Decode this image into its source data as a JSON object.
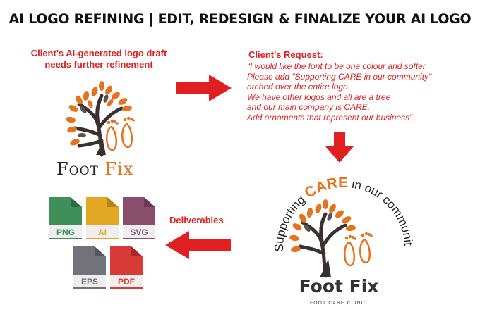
{
  "title": "AI LOGO REFINING | EDIT, REDESIGN & FINALIZE YOUR AI LOGO",
  "draft": {
    "caption_line1": "Client's AI-generated logo draft",
    "caption_line2": "needs further refinement",
    "brand_word1": "Foot",
    "brand_word2": "Fix"
  },
  "request": {
    "title": "Client's Request:",
    "lines": [
      "“I would like the font to be one colour and softer.",
      "Please add \"Supporting CARE in our community\"",
      "arched over the entire logo.",
      "We have other logos and all are a tree",
      "and our main company is CARE.",
      "Add  ornaments that represent our business”"
    ]
  },
  "final_logo": {
    "arc_before": "Supporting ",
    "arc_care": "CARE",
    "arc_after": " in our community",
    "brand": "Foot Fix",
    "subtitle": "FOOT CARE CLINIC"
  },
  "deliverables": {
    "label": "Deliverables",
    "files": [
      {
        "ext": "PNG",
        "color": "#3f8f58"
      },
      {
        "ext": "AI",
        "color": "#e2a823"
      },
      {
        "ext": "SVG",
        "color": "#8a4f6a"
      },
      {
        "ext": "EPS",
        "color": "#72737a"
      },
      {
        "ext": "PDF",
        "color": "#d83a37"
      }
    ]
  },
  "colors": {
    "accent_red": "#e02020",
    "leaf_orange": "#e8721c",
    "trunk": "#3b3030"
  },
  "icons": [
    "tree-icon",
    "footprints-icon",
    "arrow-right-icon",
    "arrow-down-icon",
    "arrow-left-icon",
    "file-icon"
  ]
}
